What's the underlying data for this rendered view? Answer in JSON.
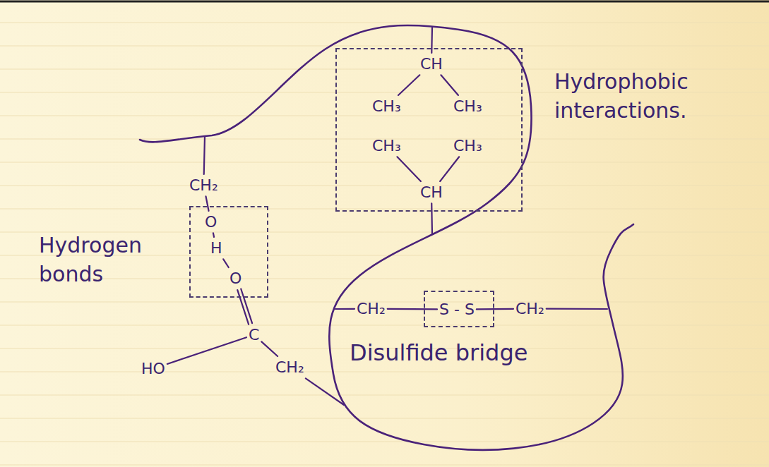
{
  "diagram": {
    "nodes": [
      {
        "text": [
          "CH",
          "CH₃",
          "CH₃",
          "CH₃",
          "CH₃",
          "CH"
        ]
      },
      {
        "text": [
          "O",
          "H",
          "O"
        ]
      },
      {
        "text": [
          "S - S"
        ]
      }
    ],
    "labels": [
      "Hydrophobic interactions.",
      "CH₂",
      "Hydrogen bonds",
      "C",
      "HO",
      "CH₂",
      "CH₂",
      "CH₂",
      "Disulfide bridge"
    ]
  }
}
